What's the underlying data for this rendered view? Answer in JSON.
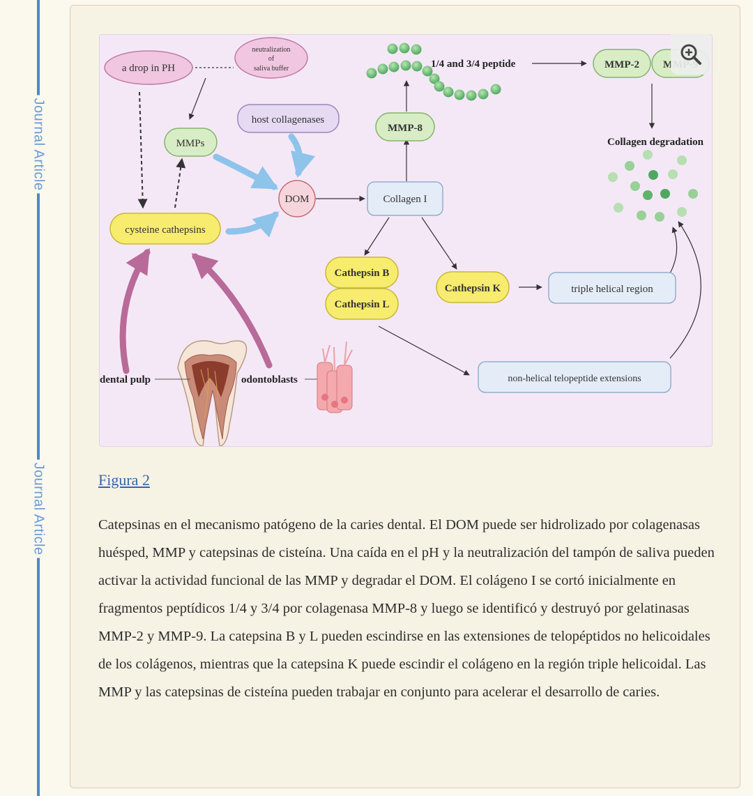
{
  "sidebar": {
    "label_top": "Journal Article",
    "label_bottom": "Journal Article"
  },
  "figure": {
    "labels": {
      "drop_ph": "a drop in PH",
      "neutral_1": "neutralization",
      "neutral_2": "of",
      "neutral_3": "saliva buffer",
      "mmps": "MMPs",
      "host_collagenases": "host collagenases",
      "dom": "DOM",
      "collagen_i": "Collagen I",
      "cysteine_cathepsins": "cysteine cathepsins",
      "mmp8": "MMP-8",
      "peptide": "1/4 and 3/4 peptide",
      "mmp2": "MMP-2",
      "mmp9": "MMP-9",
      "collagen_degradation": "Collagen degradation",
      "cathepsin_b": "Cathepsin B",
      "cathepsin_l": "Cathepsin L",
      "cathepsin_k": "Cathepsin K",
      "triple_helical": "triple helical region",
      "non_helical": "non-helical telopeptide extensions",
      "dental_pulp": "dental pulp",
      "odontoblasts": "odontoblasts"
    },
    "zoom_icon": "zoom-in-magnifier-icon"
  },
  "caption": {
    "link": "Figura 2",
    "text": "Catepsinas en el mecanismo patógeno de la caries dental. El DOM puede ser hidrolizado por colagenasas huésped, MMP y catepsinas de cisteína. Una caída en el pH y la neutralización del tampón de saliva pueden activar la actividad funcional de las MMP y degradar el DOM. El colágeno I se cortó inicialmente en fragmentos peptídicos 1/4 y 3/4 por colagenasa MMP-8 y luego se identificó y destruyó por gelatinasas MMP-2 y MMP-9. La catepsina B y L pueden escindirse en las extensiones de telopéptidos no helicoidales de los colágenos, mientras que la catepsina K puede escindir el colágeno en la región triple helicoidal. Las MMP y las catepsinas de cisteína pueden trabajar en conjunto para acelerar el desarrollo de caries."
  },
  "colors": {
    "rail": "#4f87c5",
    "card_bg": "#f6f2e4",
    "figure_bg": "#f4e8f7",
    "link": "#3366a8",
    "yellow_node": "#f7ec6e",
    "green_node": "#d8edc6",
    "blue_node": "#e4ecf7",
    "pink_node": "#f0c6e0",
    "dom_node": "#f6d6dc"
  }
}
